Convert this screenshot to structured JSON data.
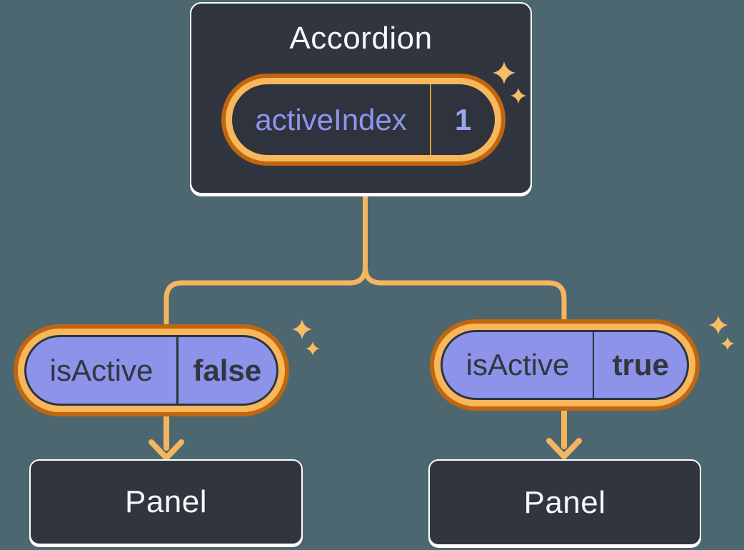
{
  "diagram": {
    "type": "component-tree",
    "description": "Parent component holding state, passing props to two children",
    "root": {
      "title": "Accordion",
      "state": {
        "name": "activeIndex",
        "value": "1"
      }
    },
    "children": [
      {
        "prop": {
          "name": "isActive",
          "value": "false"
        },
        "child": {
          "title": "Panel"
        }
      },
      {
        "prop": {
          "name": "isActive",
          "value": "true"
        },
        "child": {
          "title": "Panel"
        }
      }
    ]
  },
  "icons": {
    "sparkles": "sparkles-icon",
    "arrow": "arrow-down-icon"
  },
  "colors": {
    "background": "#4C6770",
    "box_fill": "#30353F",
    "box_border": "#FFFFFF",
    "ring_dark_orange": "#C0660E",
    "ring_light_orange": "#F9B75C",
    "connector_amber": "#F5B55F",
    "sparkle_amber": "#F6BD66",
    "pill_purple": "#8C93E9",
    "state_label_purple": "#8D96EE",
    "state_value_purple": "#9CA5F2",
    "dark_text": "#32363F",
    "light_text": "#F6F7F9",
    "pill_divider_amber": "#DD9A42"
  }
}
